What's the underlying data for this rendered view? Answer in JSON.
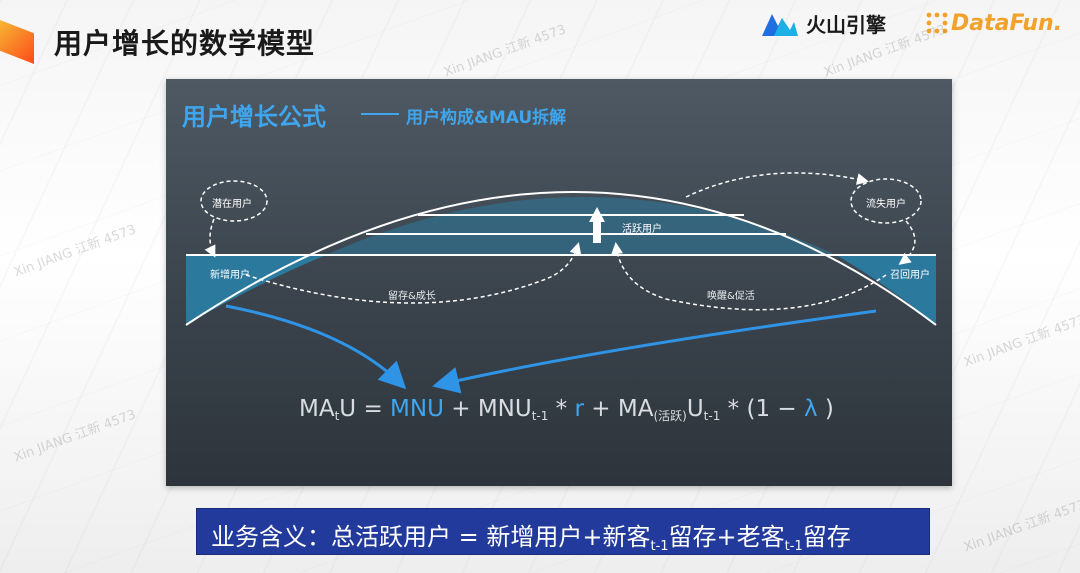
{
  "page": {
    "title": "用户增长的数学模型"
  },
  "logos": {
    "volcengine": "火山引擎",
    "datafun": "DataFun."
  },
  "watermark": "Xin JIANG 江新 4573",
  "slide": {
    "title": "用户增长公式",
    "subtitle": "用户构成&MAU拆解",
    "labels": {
      "potential": "潜在用户",
      "new": "新增用户",
      "retain": "留存&成长",
      "active": "活跃用户",
      "wake": "唤醒&促活",
      "churn": "流失用户",
      "recall": "召回用户"
    },
    "formula": {
      "p1": "MA",
      "p1sub": "t",
      "p2": "U = ",
      "mnu": "MNU",
      "p3": " + MNU",
      "p3sub": "t-1",
      "p4": " * ",
      "r": "r",
      "p5": " + MA",
      "p5sub": "(活跃)",
      "p6": "U",
      "p6sub": "t-1",
      "p7": " * (1 − ",
      "lambda": "λ",
      "p8": " )"
    }
  },
  "meaning": {
    "a": "业务含义：总活跃用户 = 新增用户+新客",
    "asub": "t-1",
    "b": "留存+老客",
    "bsub": "t-1",
    "c": "留存"
  },
  "colors": {
    "accent_blue": "#3fa6ee",
    "banner_blue": "#223a9c",
    "teal_fill": "#2b7a9e"
  }
}
